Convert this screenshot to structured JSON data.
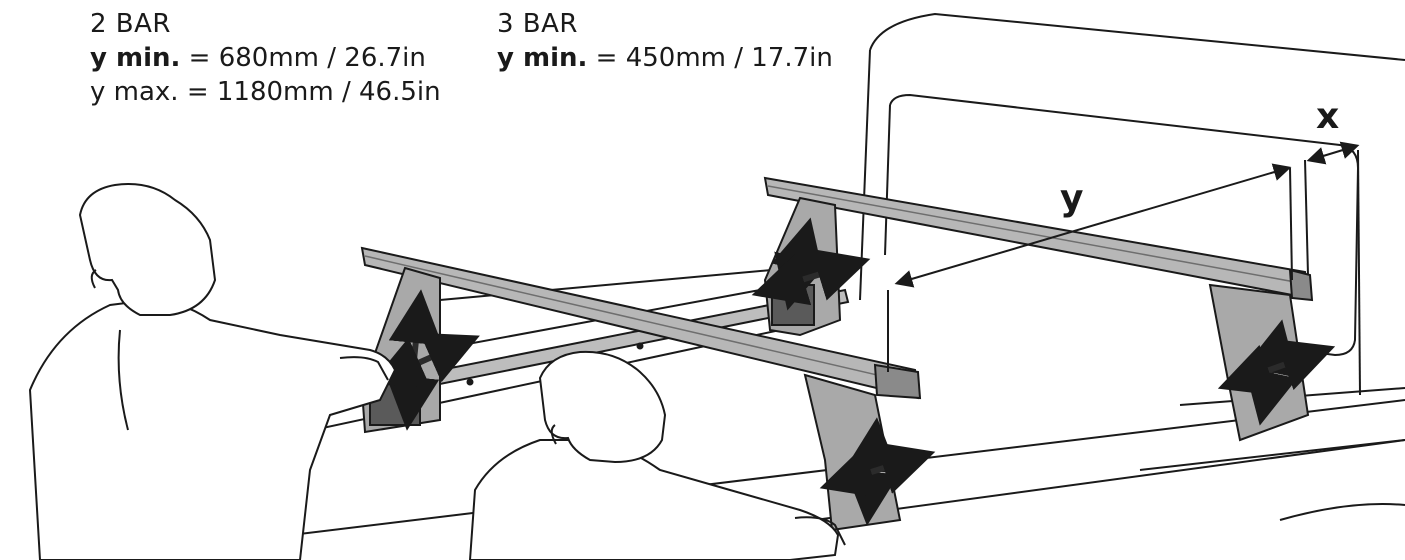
{
  "specs": {
    "two_bar": {
      "title": "2 BAR",
      "min_label": "y min.",
      "min_value": " = 680mm / 26.7in",
      "max_line": "y max. = 1180mm / 46.5in"
    },
    "three_bar": {
      "title": "3 BAR",
      "min_label": "y min.",
      "min_value": " = 450mm / 17.7in"
    }
  },
  "dimensions": {
    "x_label": "x",
    "y_label": "y"
  },
  "colors": {
    "outline": "#1a1a1a",
    "bar": "#b7b7b7",
    "bar_dark": "#8a8a8a",
    "leg": "#a9a9a9",
    "arrow": "#2b2b2b"
  }
}
